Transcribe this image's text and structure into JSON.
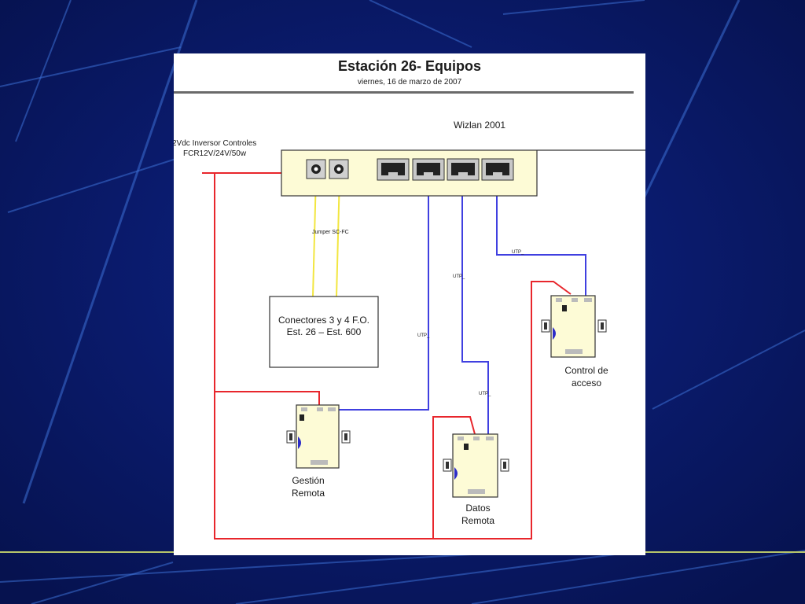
{
  "header": {
    "title": "Estación 26- Equipos",
    "date": "viernes, 16 de marzo de 2007"
  },
  "switch": {
    "label": "Wizlan 2001",
    "rj45_ports": 4,
    "fiber_ports": 2
  },
  "power": {
    "line1": "2Vdc Inversor Controles",
    "line2": "FCR12V/24V/50w"
  },
  "fiber": {
    "jumper_label": "Jumper SC-FC"
  },
  "connector_box": {
    "line1": "Conectores 3 y 4 F.O.",
    "line2": "Est. 26 – Est. 600"
  },
  "cables": {
    "utp_label": "UTP_"
  },
  "devices": {
    "gestion": {
      "line1": "Gestión",
      "line2": "Remota"
    },
    "datos": {
      "line1": "Datos",
      "line2": "Remota"
    },
    "control": {
      "line1": "Control de",
      "line2": "acceso"
    }
  },
  "colors": {
    "background": "#0a1a6b",
    "power_wire": "#e8262c",
    "utp_wire": "#4040e0",
    "fiber_wire": "#f2e640",
    "switch_body": "#fdfbd6",
    "device_body": "#fdfbd6",
    "header_rule": "#6a6a6a"
  }
}
